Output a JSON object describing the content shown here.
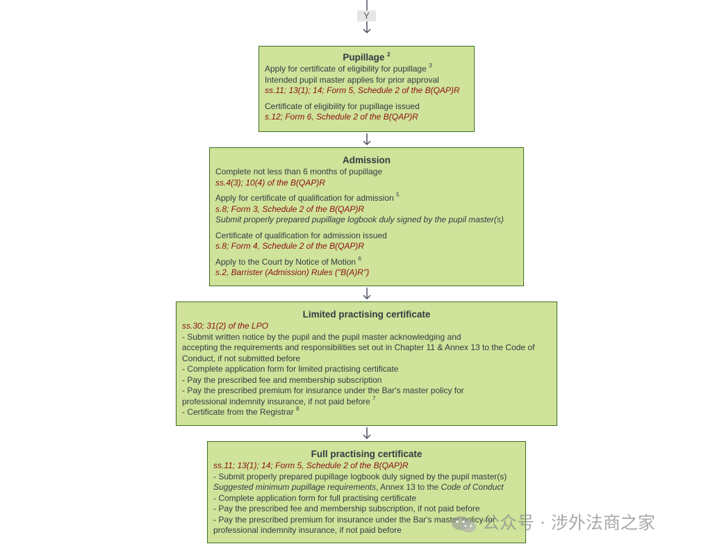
{
  "connector": {
    "label": "Y"
  },
  "pupillage": {
    "title": "Pupillage",
    "title_note": "2",
    "apply": "Apply for certificate of eligibility for pupillage",
    "apply_note": "3",
    "master": "Intended pupil master applies for prior approval",
    "ref1": "ss.11; 13(1); 14; Form 5, Schedule 2 of the B(QAP)R",
    "issued": "Certificate of eligibility for pupillage issued",
    "ref2": "s.12; Form 6, Schedule 2 of the B(QAP)R"
  },
  "admission": {
    "title": "Admission",
    "complete": "Complete not less than 6 months of pupillage",
    "ref1": "ss.4(3); 10(4) of the B(QAP)R",
    "apply": "Apply for certificate of qualification for admission",
    "apply_note": "5",
    "ref2": "s.8; Form 3, Schedule 2 of the B(QAP)R",
    "submit": "Submit properly prepared pupillage logbook duly signed by the pupil master(s)",
    "issued": "Certificate of qualification for admission issued",
    "ref3": "s.8; Form 4, Schedule 2 of the B(QAP)R",
    "court": "Apply to the Court by Notice of Motion",
    "court_note": "6",
    "ref4": "s.2, Barrister (Admission) Rules (\"B(A)R\")"
  },
  "limited": {
    "title": "Limited practising certificate",
    "ref": "ss.30; 31(2) of the LPO",
    "l1": "- Submit written notice by the pupil and the pupil master acknowledging and",
    "l2": "accepting the requirements and responsibilities set out in Chapter 11 & Annex 13 to the Code of",
    "l3": "Conduct, if not submitted before",
    "l4": "- Complete application form for limited practising certificate",
    "l5": "- Pay the prescribed fee and membership subscription",
    "l6": "- Pay the prescribed premium for insurance under the Bar's master policy for",
    "l7": "professional indemnity insurance, if not paid before",
    "l7_note": "7",
    "l8": "- Certificate from the Registrar",
    "l8_note": "8"
  },
  "full": {
    "title": "Full practising certificate",
    "ref": "ss.11; 13(1); 14; Form 5, Schedule 2 of the B(QAP)R",
    "l1": "- Submit properly prepared pupillage logbook duly signed by the pupil master(s)",
    "l2a": "Suggested minimum pupillage requirements",
    "l2b": ", Annex 13 to the ",
    "l2c": "Code of Conduct",
    "l3": "- Complete application form for full practising certificate",
    "l4": "- Pay the prescribed fee and membership subscription, if not paid before",
    "l5": "- Pay the prescribed premium for insurance under the Bar's master policy for",
    "l6": "professional indemnity insurance, if not paid before"
  },
  "watermark": {
    "text": "公众号 · 涉外法商之家"
  }
}
